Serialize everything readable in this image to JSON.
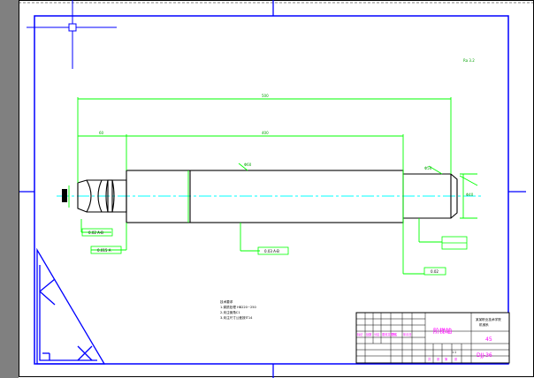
{
  "drawing": {
    "part_name": "阶梯轴",
    "material": "45",
    "drawing_no": "DJJ-36",
    "note_title": "技术要求",
    "notes": [
      "1.调质处理 HB220~250",
      "2.未注倒角C1",
      "3.未注尺寸公差按IT14"
    ],
    "title_block": {
      "school_line1": "某某职业技术学院",
      "school_line2": "机械系",
      "scale": "1:1",
      "row_labels": [
        "标记",
        "处数",
        "分区",
        "更改文件号",
        "签名",
        "年月日"
      ],
      "sheet_info": [
        "共",
        "张",
        "第",
        "张"
      ]
    },
    "dims": {
      "overall_length": "500",
      "main_length": "400",
      "d1": "Φ60",
      "d2": "Φ40",
      "d3": "Φ50",
      "left_len": "60",
      "roughness": "Ra 3.2",
      "tol1": "0.02 A-B",
      "tol2": "0.015 A",
      "tol3": "0.03 A-B",
      "tol4": "0.02"
    }
  },
  "colors": {
    "background": "#808080",
    "sheet": "#ffffff",
    "border": "#0000ff",
    "outline": "#000000",
    "dimension": "#00ff00",
    "centerline": "#00ffff",
    "title_text": "#ff00ff"
  }
}
